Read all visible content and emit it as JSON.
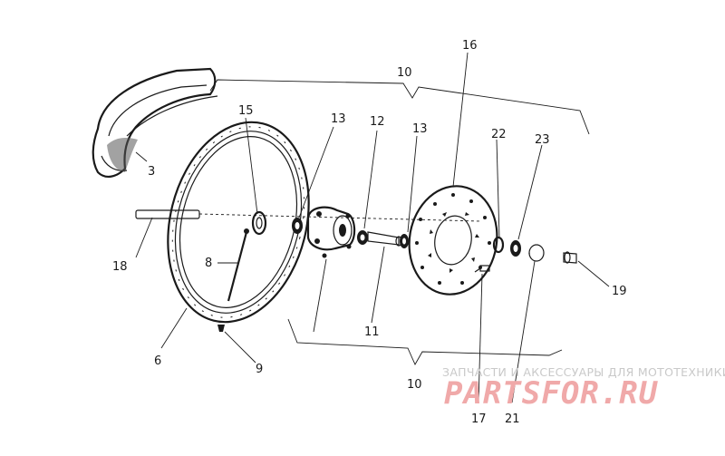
{
  "callouts": {
    "n3": "3",
    "n6": "6",
    "n8": "8",
    "n9": "9",
    "n10_top": "10",
    "n10_bottom": "10",
    "n11": "11",
    "n12": "12",
    "n13_left": "13",
    "n13_right": "13",
    "n15": "15",
    "n16": "16",
    "n17": "17",
    "n18": "18",
    "n19": "19",
    "n21": "21",
    "n22": "22",
    "n23": "23"
  },
  "watermark": {
    "caption": "ЗАПЧАСТИ И АКСЕССУАРЫ ДЛЯ МОТОТЕХНИКИ",
    "logo": "PARTSFOR.RU"
  },
  "colors": {
    "ink": "#1a1a1a",
    "watermark_caption": "#c9c9c9",
    "watermark_logo": "#f0a9a9"
  }
}
